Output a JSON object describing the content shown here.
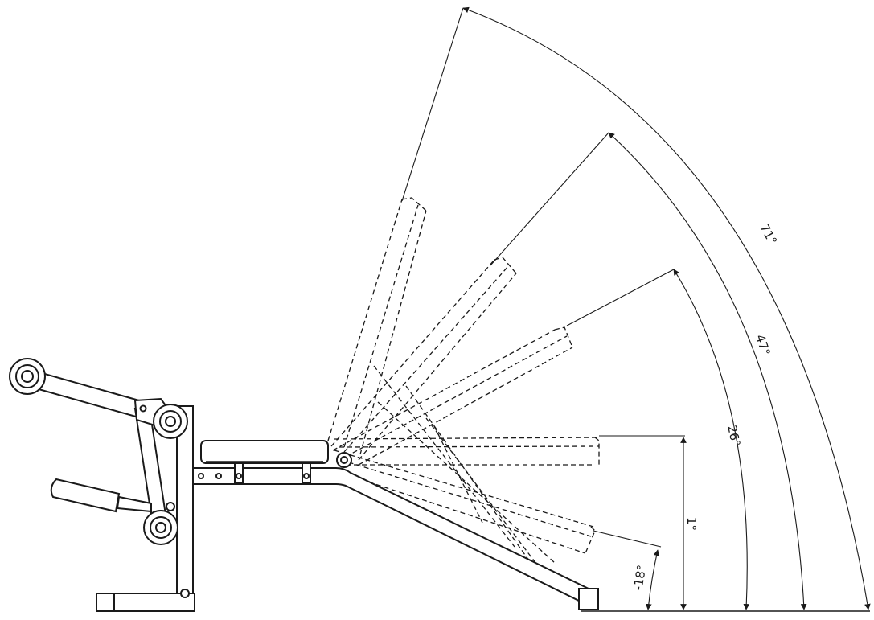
{
  "diagram": {
    "subject": "adjustable weight bench side view with backrest angle positions",
    "angles": [
      {
        "label": "71°",
        "value": 71
      },
      {
        "label": "47°",
        "value": 47
      },
      {
        "label": "26°",
        "value": 26
      },
      {
        "label": "1°",
        "value": 1
      },
      {
        "label": "-18°",
        "value": -18
      }
    ]
  }
}
